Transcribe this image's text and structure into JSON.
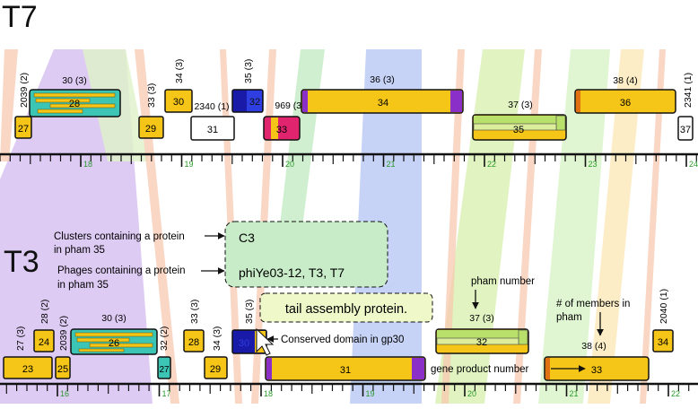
{
  "genome_top": {
    "name": "T7",
    "ruler_labels": [
      "18",
      "19",
      "20",
      "21",
      "22",
      "23",
      "24"
    ],
    "genes": [
      {
        "id": "g7-27",
        "num": "27",
        "pham": "2039 (2)",
        "pham_vertical": true,
        "fill": "#f5c518",
        "row": "low"
      },
      {
        "id": "g7-28",
        "num": "28",
        "pham": "30 (3)",
        "pham_vertical": false,
        "fill": "#3cc4b4",
        "row": "high",
        "domain_bars": true
      },
      {
        "id": "g7-29",
        "num": "29",
        "pham": "33 (3)",
        "pham_vertical": true,
        "fill": "#f5c518",
        "row": "low"
      },
      {
        "id": "g7-30",
        "num": "30",
        "pham": "34 (3)",
        "pham_vertical": true,
        "fill": "#f5c518",
        "row": "high"
      },
      {
        "id": "g7-31",
        "num": "31",
        "pham": "2340 (1)",
        "pham_vertical": false,
        "fill": "#ffffff",
        "row": "low"
      },
      {
        "id": "g7-32",
        "num": "32",
        "pham": "35 (3)",
        "pham_vertical": true,
        "fill": "#1a1aa8",
        "row": "high"
      },
      {
        "id": "g7-33",
        "num": "33",
        "pham": "969 (3)",
        "pham_vertical": false,
        "fill": "#e0246e",
        "row": "low"
      },
      {
        "id": "g7-34",
        "num": "34",
        "pham": "36 (3)",
        "pham_vertical": false,
        "fill": "#f5c518",
        "row": "high"
      },
      {
        "id": "g7-35",
        "num": "35",
        "pham": "37 (3)",
        "pham_vertical": false,
        "fill": "#b8e06a",
        "row": "low"
      },
      {
        "id": "g7-36",
        "num": "36",
        "pham": "38 (4)",
        "pham_vertical": false,
        "fill": "#f5c518",
        "row": "high"
      },
      {
        "id": "g7-37",
        "num": "37",
        "pham": "2341 (1)",
        "pham_vertical": true,
        "fill": "#ffffff",
        "row": "low"
      }
    ]
  },
  "genome_bottom": {
    "name": "T3",
    "ruler_labels": [
      "16",
      "17",
      "18",
      "19",
      "20",
      "21",
      "22"
    ],
    "genes": [
      {
        "id": "g3-23",
        "num": "23",
        "pham": "27 (3)",
        "pham_vertical": true,
        "fill": "#f5c518",
        "row": "low"
      },
      {
        "id": "g3-24",
        "num": "24",
        "pham": "28 (2)",
        "pham_vertical": true,
        "fill": "#f5c518",
        "row": "high"
      },
      {
        "id": "g3-25",
        "num": "25",
        "pham": "2039 (2)",
        "pham_vertical": true,
        "fill": "#f5c518",
        "row": "low"
      },
      {
        "id": "g3-26",
        "num": "26",
        "pham": "30 (3)",
        "pham_vertical": false,
        "fill": "#3cc4b4",
        "row": "high",
        "domain_bars": true
      },
      {
        "id": "g3-27",
        "num": "27",
        "pham": "32 (2)",
        "pham_vertical": true,
        "fill": "#3cc4b4",
        "row": "low"
      },
      {
        "id": "g3-28",
        "num": "28",
        "pham": "33 (3)",
        "pham_vertical": true,
        "fill": "#f5c518",
        "row": "high"
      },
      {
        "id": "g3-29",
        "num": "29",
        "pham": "34 (3)",
        "pham_vertical": true,
        "fill": "#f5c518",
        "row": "low"
      },
      {
        "id": "g3-30",
        "num": "30",
        "pham": "35 (3)",
        "pham_vertical": true,
        "fill": "#1a1aa8",
        "row": "high"
      },
      {
        "id": "g3-31",
        "num": "31",
        "pham": "",
        "pham_vertical": false,
        "fill": "#f5c518",
        "row": "low"
      },
      {
        "id": "g3-32",
        "num": "32",
        "pham": "37 (3)",
        "pham_vertical": false,
        "fill": "#b8e06a",
        "row": "high"
      },
      {
        "id": "g3-33",
        "num": "33",
        "pham": "38 (4)",
        "pham_vertical": false,
        "fill": "#f5c518",
        "row": "low"
      },
      {
        "id": "g3-34",
        "num": "34",
        "pham": "2040 (1)",
        "pham_vertical": true,
        "fill": "#f5c518",
        "row": "high"
      }
    ]
  },
  "popup": {
    "cluster": "C3",
    "phages": "phiYe03-12, T3, T7"
  },
  "function_box": {
    "text": "tail assembly protein."
  },
  "annotations": {
    "clusters_line1": "Clusters containing a protein",
    "clusters_line2": "in pham 35",
    "phages_line1": "Phages containing a protein",
    "phages_line2": "in pham 35",
    "conserved_domain": "Conserved domain in gp30",
    "pham_number": "pham number",
    "members_line1": "# of members in",
    "members_line2": "pham",
    "gene_product_number": "gene product number"
  },
  "colors": {
    "gene_yellow": "#f5c518",
    "gene_teal": "#3cc4b4",
    "gene_blue": "#1a1aa8",
    "gene_magenta": "#e0246e",
    "gene_lightgreen": "#b8e06a",
    "purple_end": "#8b2fc9",
    "orange_end": "#e07010",
    "popup_fill": "#c8ecc8",
    "function_fill": "#eef8c8"
  }
}
